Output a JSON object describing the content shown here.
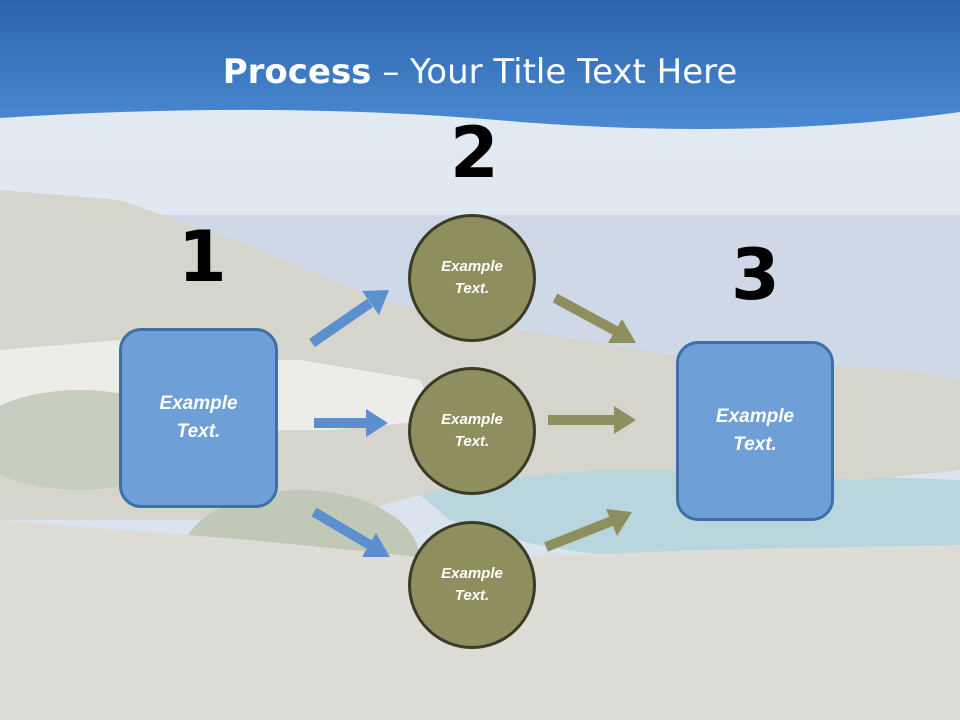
{
  "title": {
    "bold": "Process",
    "rest": " – Your Title Text Here"
  },
  "steps": {
    "one": "1",
    "two": "2",
    "three": "3"
  },
  "left_box": {
    "text": "Example\nText."
  },
  "circles": [
    {
      "text": "Example\nText."
    },
    {
      "text": "Example\nText."
    },
    {
      "text": "Example\nText."
    }
  ],
  "right_box": {
    "text": "Example\nText."
  },
  "colors": {
    "header_blue": "#3a78c3",
    "box_blue": "#6e9fd6",
    "circle_olive": "#8f8e5f",
    "arrow_blue": "#5b8fd0",
    "arrow_olive": "#8f8e5f"
  }
}
